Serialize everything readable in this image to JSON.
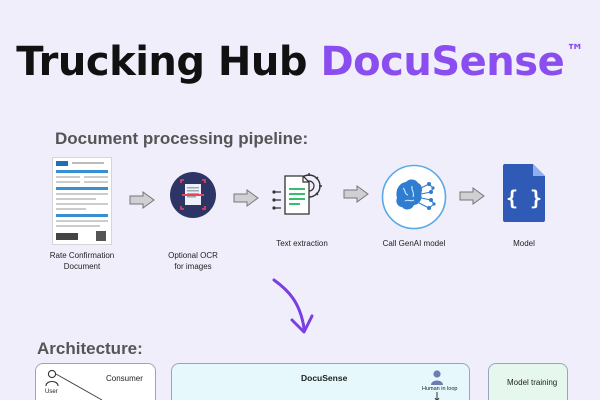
{
  "header": {
    "title_main": "Trucking Hub",
    "title_accent": "DocuSense",
    "trademark": "™"
  },
  "pipeline": {
    "heading": "Document processing pipeline:",
    "steps": [
      {
        "icon": "document-thumbnail-icon",
        "label": "Rate Confirmation\nDocument"
      },
      {
        "icon": "ocr-scan-icon",
        "label": "Optional OCR\nfor images"
      },
      {
        "icon": "text-extraction-icon",
        "label": "Text extraction"
      },
      {
        "icon": "brain-network-icon",
        "label": "Call GenAI model"
      },
      {
        "icon": "json-file-icon",
        "label": "Model"
      }
    ]
  },
  "architecture": {
    "heading": "Architecture:",
    "consumer": {
      "label": "Consumer",
      "user_label": "User"
    },
    "docusense": {
      "label": "DocuSense",
      "human_label": "Human in loop"
    },
    "training": {
      "label": "Model training"
    }
  },
  "colors": {
    "background": "#f1eefb",
    "accent": "#8a4df0",
    "arrow": "#7a3fe0",
    "ocr_circle": "#2d3566",
    "json_file": "#2f5bb7",
    "docusense_panel": "#e6f8fb",
    "training_panel": "#e6f8ee"
  }
}
